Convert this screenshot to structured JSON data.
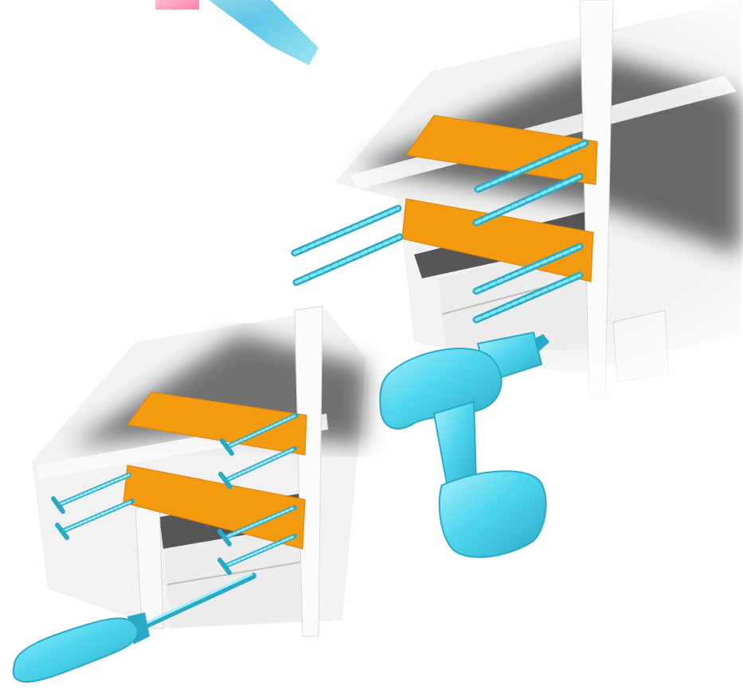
{
  "colors": {
    "background": "#ffffff",
    "bracket": "#f39a0e",
    "bracket_edge": "#d9800a",
    "tool": "#4fd6ee",
    "tool_dark": "#2aa9c6",
    "tool_light": "#a8f0fb",
    "wall_light": "#f4f4f4",
    "wall_shade": "#2b2b2b",
    "pink_accent": "#ff2f7a",
    "blue_accent": "#37b6dc"
  },
  "icons": {
    "step1_tool": "drill-icon",
    "step1_fastener": "drill-bit-icon",
    "step2_tool": "screwdriver-icon",
    "step2_fastener": "screw-icon"
  },
  "steps": [
    {
      "name": "pre-drill",
      "bracket_count": 2,
      "fastener_count": 6
    },
    {
      "name": "fasten",
      "bracket_count": 2,
      "fastener_count": 6
    }
  ]
}
